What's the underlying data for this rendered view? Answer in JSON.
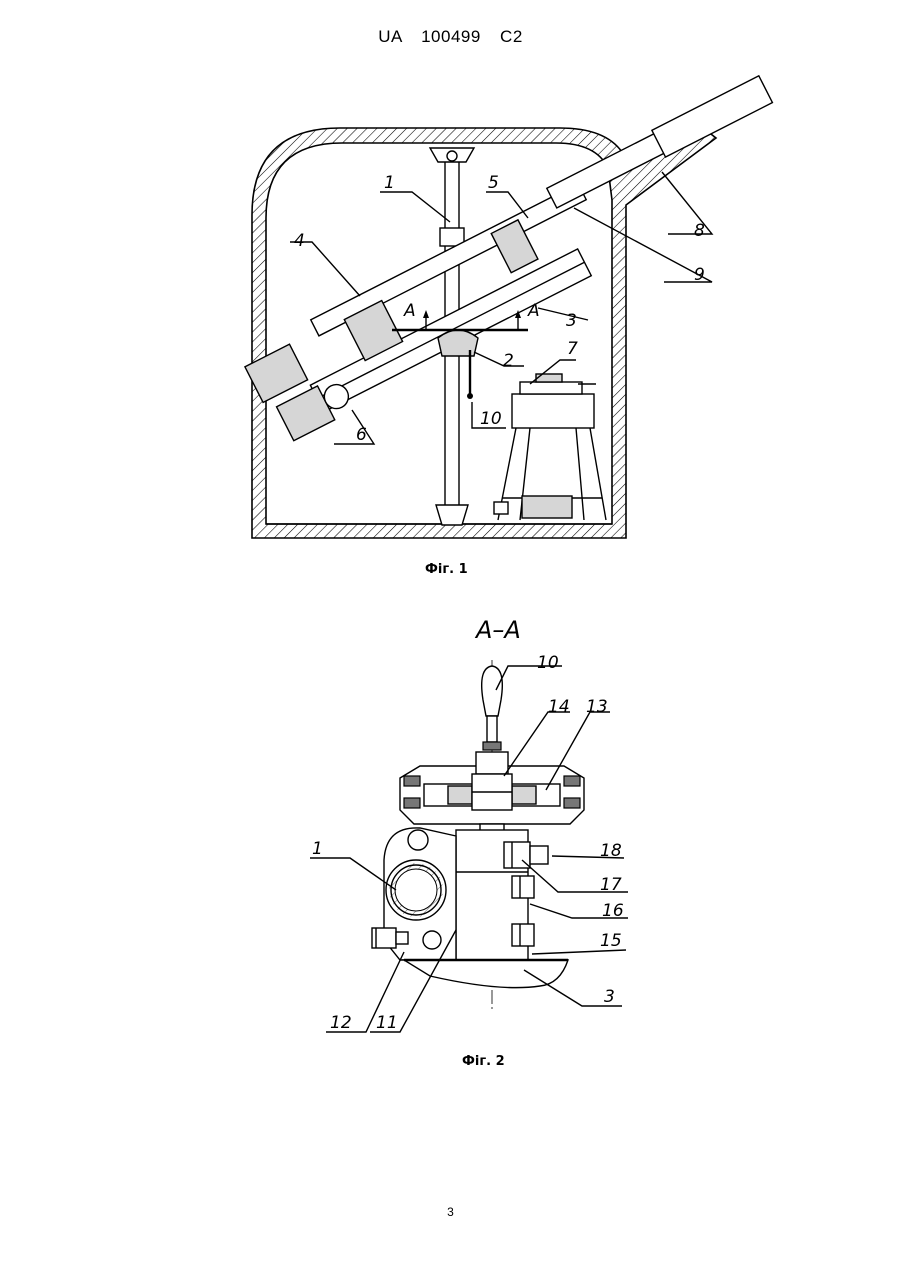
{
  "header": {
    "text": "UA   100499   C2"
  },
  "figure1": {
    "caption": "Фіг. 1",
    "section_marks": [
      "А",
      "А"
    ],
    "labels": [
      "1",
      "2",
      "3",
      "4",
      "5",
      "6",
      "7",
      "8",
      "9",
      "10"
    ]
  },
  "figure2": {
    "caption": "Фіг. 2",
    "section_title": "А–А",
    "labels": [
      "10",
      "14",
      "13",
      "1",
      "18",
      "17",
      "16",
      "15",
      "3",
      "12",
      "11"
    ]
  },
  "page_number": "3"
}
